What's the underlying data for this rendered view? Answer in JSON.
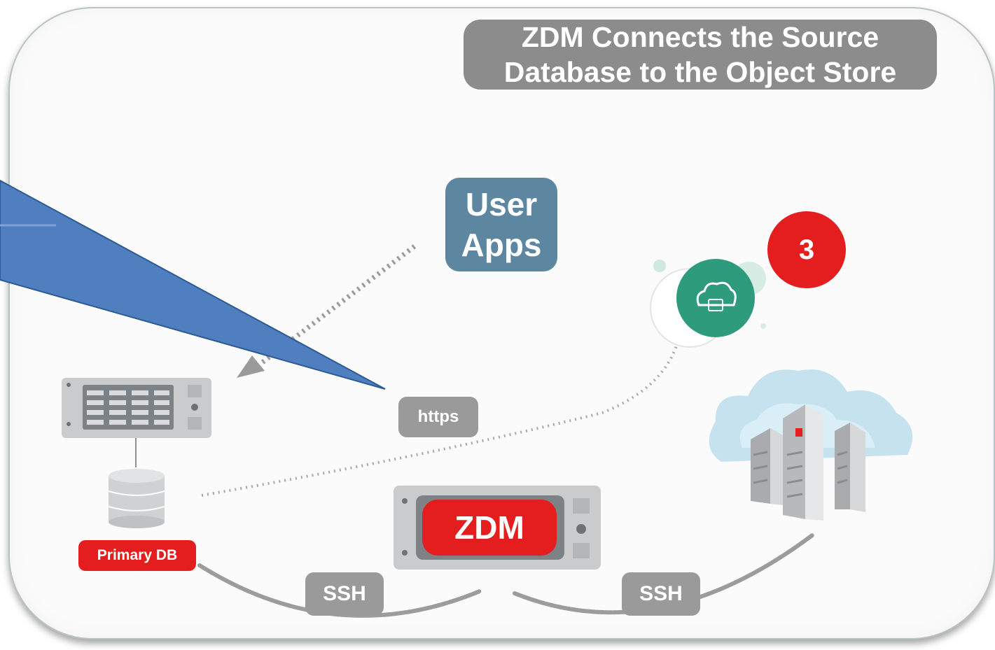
{
  "title": {
    "line1": "ZDM Connects the Source",
    "line2": "Database to the Object Store"
  },
  "user_apps": {
    "line1": "User",
    "line2": "Apps"
  },
  "step_badge": "3",
  "labels": {
    "https": "https",
    "primary_db": "Primary DB",
    "zdm": "ZDM",
    "ssh_left": "SSH",
    "ssh_right": "SSH"
  },
  "icons": {
    "source_server": "server-rack-icon",
    "database": "database-cylinder-icon",
    "zdm_server": "zdm-server-icon",
    "object_store": "cloud-object-store-icon",
    "cloud_datacenter": "cloud-datacenter-icon",
    "callout": "callout-pointer-icon"
  },
  "colors": {
    "accent_red": "#e41e1e",
    "pill_gray": "#9a9a9a",
    "title_gray": "#8c8c8c",
    "user_apps_blue": "#5d87a0",
    "object_store_green": "#2e9b7d",
    "callout_blue": "#4f7fbf"
  }
}
